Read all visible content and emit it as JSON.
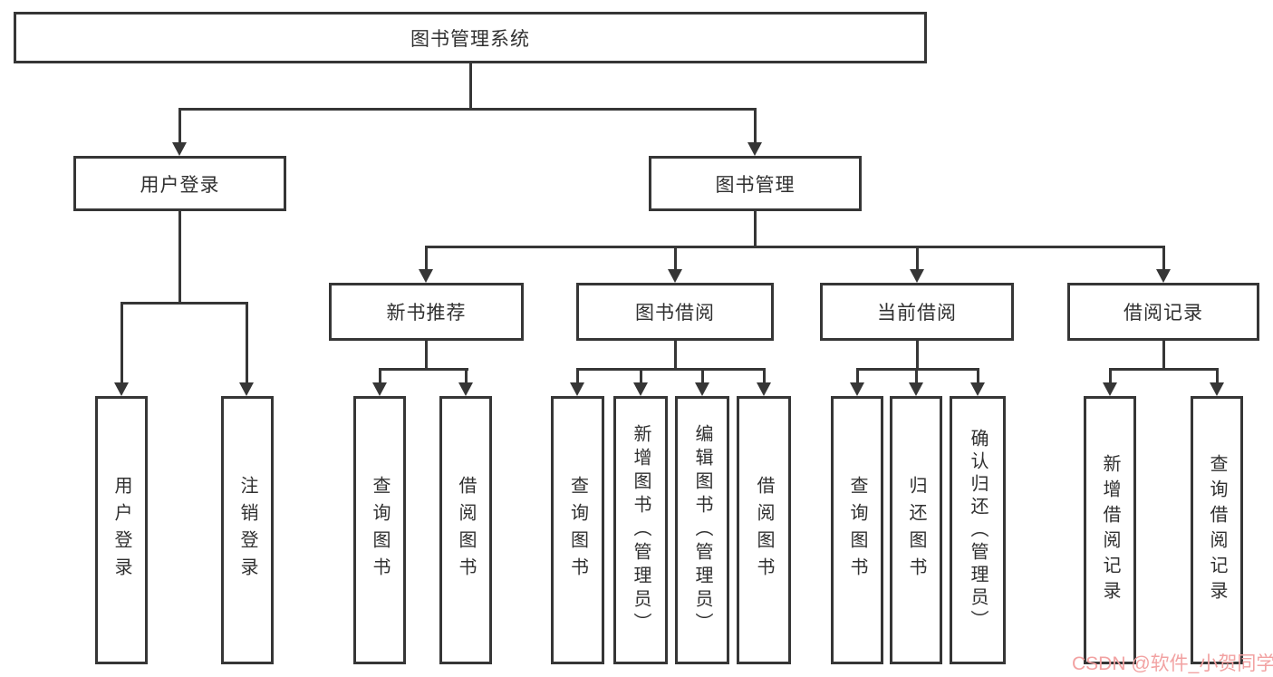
{
  "diagram": {
    "title": "图书管理系统",
    "root": {
      "label": "图书管理系统"
    },
    "branches": [
      {
        "label": "用户登录",
        "children": [
          {
            "label": "用户登录"
          },
          {
            "label": "注销登录"
          }
        ]
      },
      {
        "label": "图书管理",
        "children": [
          {
            "label": "新书推荐",
            "children": [
              {
                "label": "查询图书"
              },
              {
                "label": "借阅图书"
              }
            ]
          },
          {
            "label": "图书借阅",
            "children": [
              {
                "label": "查询图书"
              },
              {
                "label": "新增图书（管理员）"
              },
              {
                "label": "编辑图书（管理员）"
              },
              {
                "label": "借阅图书"
              }
            ]
          },
          {
            "label": "当前借阅",
            "children": [
              {
                "label": "查询图书"
              },
              {
                "label": "归还图书"
              },
              {
                "label": "确认归还（管理员）"
              }
            ]
          },
          {
            "label": "借阅记录",
            "children": [
              {
                "label": "新增借阅记录"
              },
              {
                "label": "查询借阅记录"
              }
            ]
          }
        ]
      }
    ]
  },
  "watermark": {
    "text": "CSDN @软件_小贺同学",
    "color": "#f2a2a2"
  },
  "colors": {
    "line": "#363636",
    "box_border": "#363636",
    "text": "#303030",
    "background": "#ffffff"
  }
}
